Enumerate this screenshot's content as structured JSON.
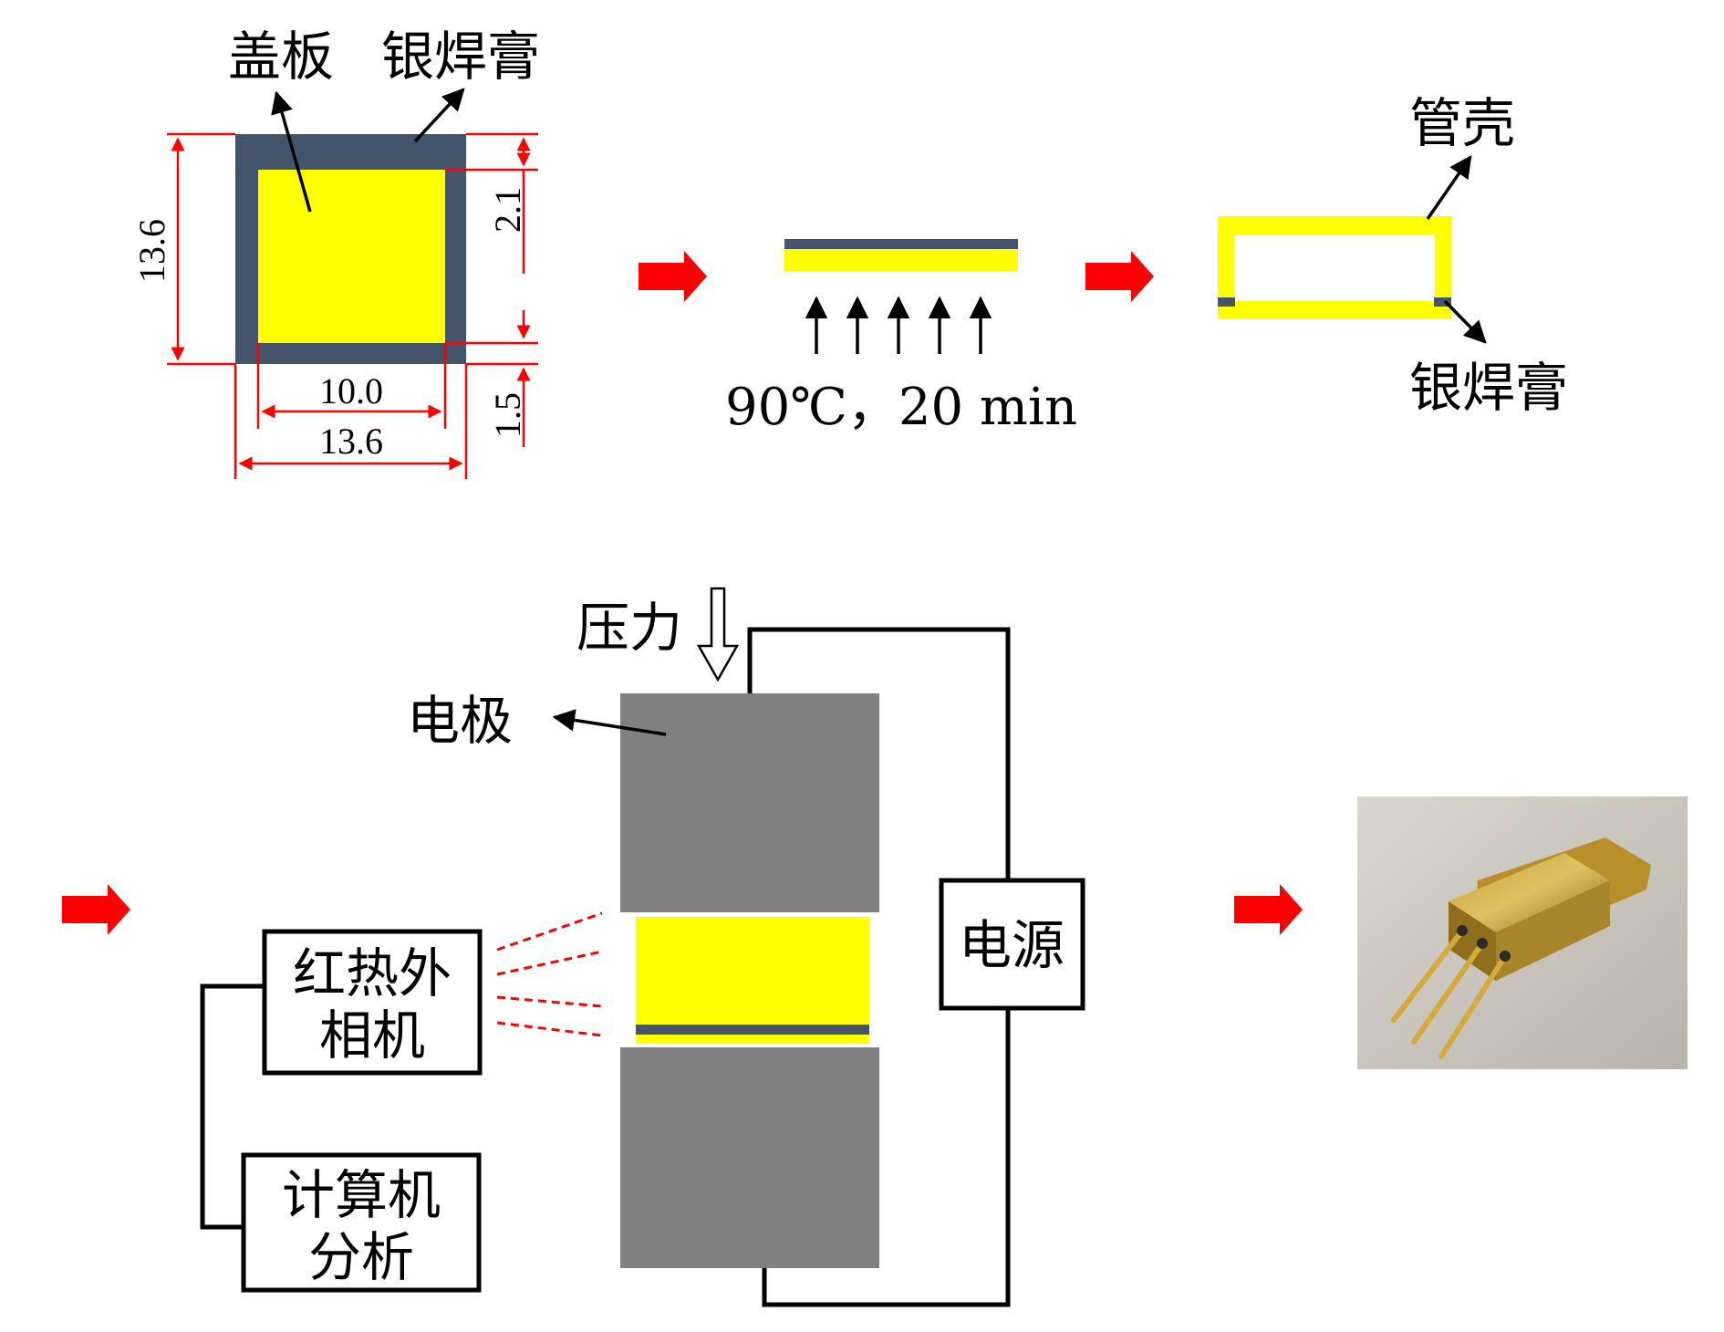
{
  "labels": {
    "cover_plate": "盖板",
    "silver_paste_top": "银焊膏",
    "housing": "管壳",
    "silver_paste_side": "银焊膏",
    "heating_condition": "90℃，20 min",
    "pressure": "压力",
    "electrode": "电极",
    "power_supply": "电源",
    "ir_camera_line1": "红热外",
    "ir_camera_line2": "相机",
    "computer_line1": "计算机",
    "computer_line2": "分析"
  },
  "dimensions": {
    "outer_height": "13.6",
    "border_top": "2.1",
    "border_bottom": "1.5",
    "inner_width": "10.0",
    "outer_width": "13.6"
  },
  "colors": {
    "yellow": "#ffff00",
    "dark_slate": "#44546a",
    "gray": "#808080",
    "red": "#ff0000"
  }
}
